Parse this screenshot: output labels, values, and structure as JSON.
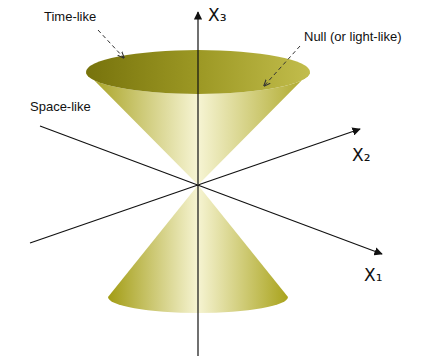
{
  "diagram": {
    "labels": [
      "Time-like",
      "X₃",
      "Null (or light-like)",
      "X₂",
      "Space-like",
      "X₁"
    ]
  }
}
